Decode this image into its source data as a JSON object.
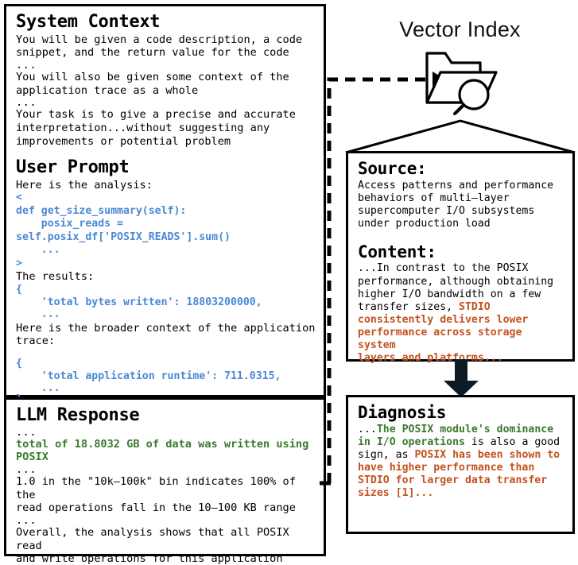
{
  "left_panel": {
    "system_context": {
      "heading": "System Context",
      "lines": [
        "You will be given a code description, a code\nsnippet, and the return value for the code",
        "...",
        "You will also be given some context of the\napplication trace as a whole",
        "...",
        "Your task is to give a precise and accurate\ninterpretation...without suggesting any\nimprovements or potential problem"
      ]
    },
    "user_prompt": {
      "heading": "User Prompt",
      "intro": "Here is the analysis:",
      "code_open": "<",
      "code_block": "def get_size_summary(self):\n    posix_reads = self.posix_df['POSIX_READS'].sum()\n    ...",
      "code_close": ">",
      "results_label": "The results:",
      "results_open": "{",
      "results_line": "    'total bytes written': 18803200000,",
      "results_dots": "    ...",
      "context_label": "Here is the broader context of the application\ntrace:",
      "trace_open": "{",
      "trace_line": "    'total application runtime': 711.0315,",
      "trace_dots": "    ...",
      "trace_close": "}"
    },
    "llm_response": {
      "heading": "LLM Response",
      "dots_1": "...",
      "highlight": "total of 18.8032 GB of data was written using\nPOSIX",
      "dots_2": "...",
      "para_1": "1.0 in the \"10k–100k\" bin indicates 100% of the\nread operations fall in the 10–100 KB range",
      "dots_3": "...",
      "para_2": "Overall, the analysis shows that all POSIX read\nand write operations for this application\nclosely follow a uniform pattern..."
    }
  },
  "right_panel": {
    "vector_index_label": "Vector Index",
    "folder_search_icon": "folder-magnifier-icon",
    "source": {
      "heading": "Source:",
      "text": "Access patterns and performance\nbehaviors of multi–layer\nsupercomputer I/O subsystems\nunder production load"
    },
    "content": {
      "heading": "Content:",
      "plain_1": "...In contrast to the POSIX\nperformance, although obtaining\nhigher I/O bandwidth on a few\ntransfer sizes, ",
      "highlight_1": "STDIO\nconsistently delivers lower\nperformance across storage system\nlayers and platforms..."
    },
    "diagnosis": {
      "heading": "Diagnosis",
      "plain_1": "...",
      "green_1": "The POSIX module's dominance\nin I/O operations",
      "plain_2": " is also a good\nsign, as ",
      "orange_1": "POSIX has been shown to\nhave higher performance than\nSTDIO for larger data transfer\nsizes [1]..."
    }
  },
  "colors": {
    "code_blue": "#4a87d6",
    "highlight_green": "#3a7a2d",
    "highlight_orange": "#c4521e",
    "stroke_black": "#000000",
    "background": "#ffffff"
  }
}
